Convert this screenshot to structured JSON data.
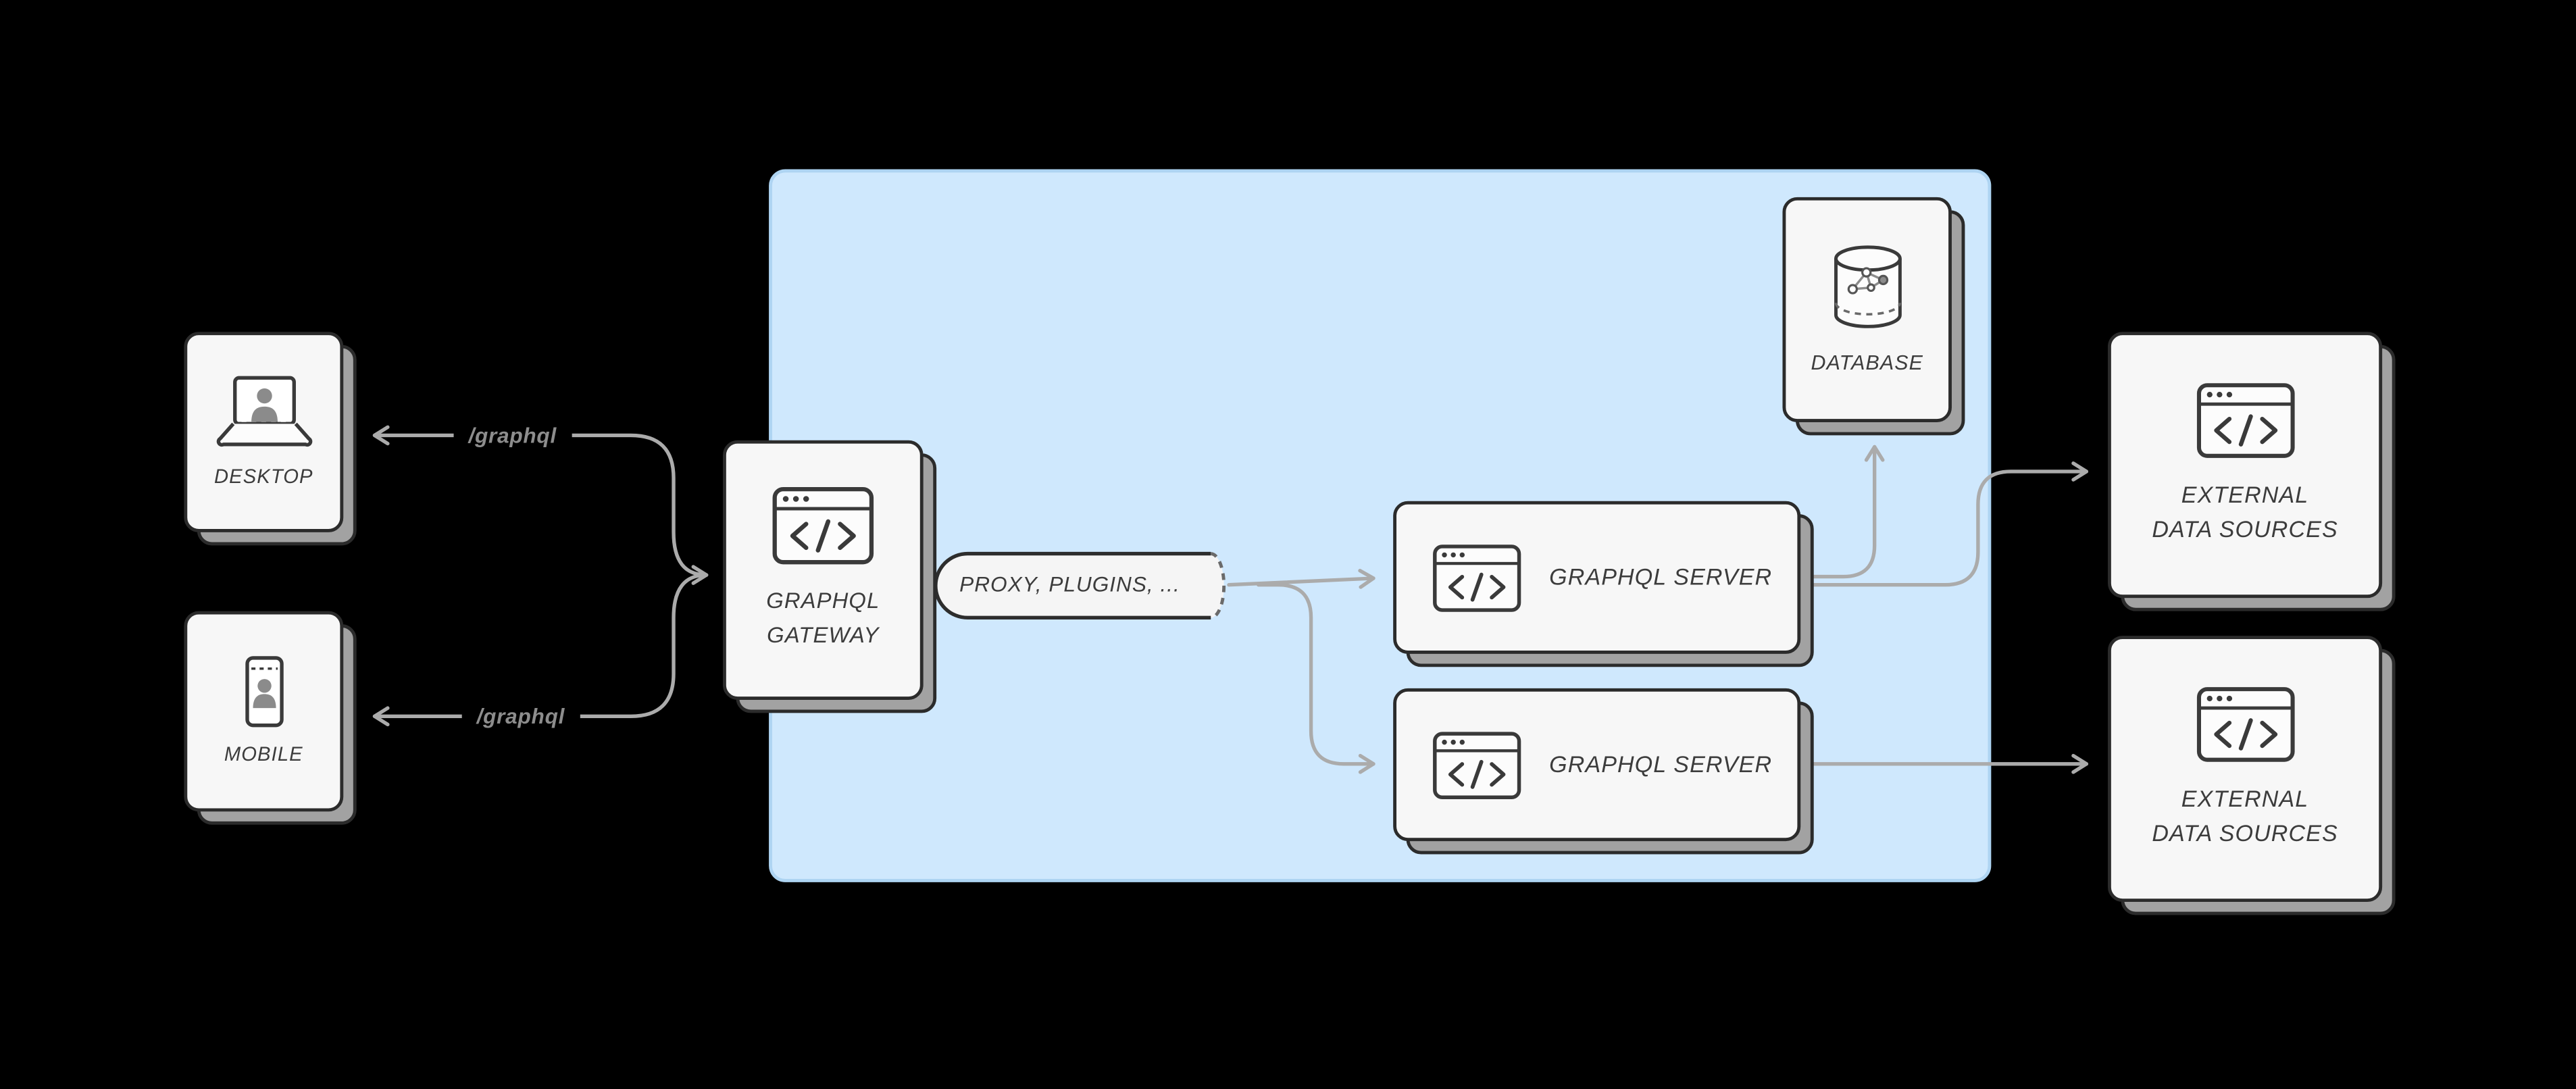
{
  "diagram": {
    "colors": {
      "background": "#000000",
      "cluster_fill": "#cfe8fd",
      "cluster_border": "#aed4f2",
      "card_fill": "#f7f7f7",
      "card_border": "#2b2b2b",
      "card_stack": "#a2a2a2",
      "connector": "#ababab",
      "label_text": "#3c3c3c",
      "route_text": "#8d8d8d"
    },
    "clients": [
      {
        "label": "DESKTOP",
        "route": "/graphql",
        "icon": "laptop-user-icon"
      },
      {
        "label": "MOBILE",
        "route": "/graphql",
        "icon": "phone-user-icon"
      }
    ],
    "gateway": {
      "line1": "GRAPHQL",
      "line2": "GATEWAY",
      "icon": "browser-code-icon"
    },
    "middleware": {
      "label": "PROXY, PLUGINS, ..."
    },
    "servers": [
      {
        "label": "GRAPHQL SERVER",
        "icon": "browser-code-icon"
      },
      {
        "label": "GRAPHQL SERVER",
        "icon": "browser-code-icon"
      }
    ],
    "database": {
      "label": "DATABASE",
      "icon": "database-graph-icon"
    },
    "externals": [
      {
        "line1": "EXTERNAL",
        "line2": "DATA SOURCES",
        "icon": "browser-code-icon"
      },
      {
        "line1": "EXTERNAL",
        "line2": "DATA SOURCES",
        "icon": "browser-code-icon"
      }
    ]
  }
}
